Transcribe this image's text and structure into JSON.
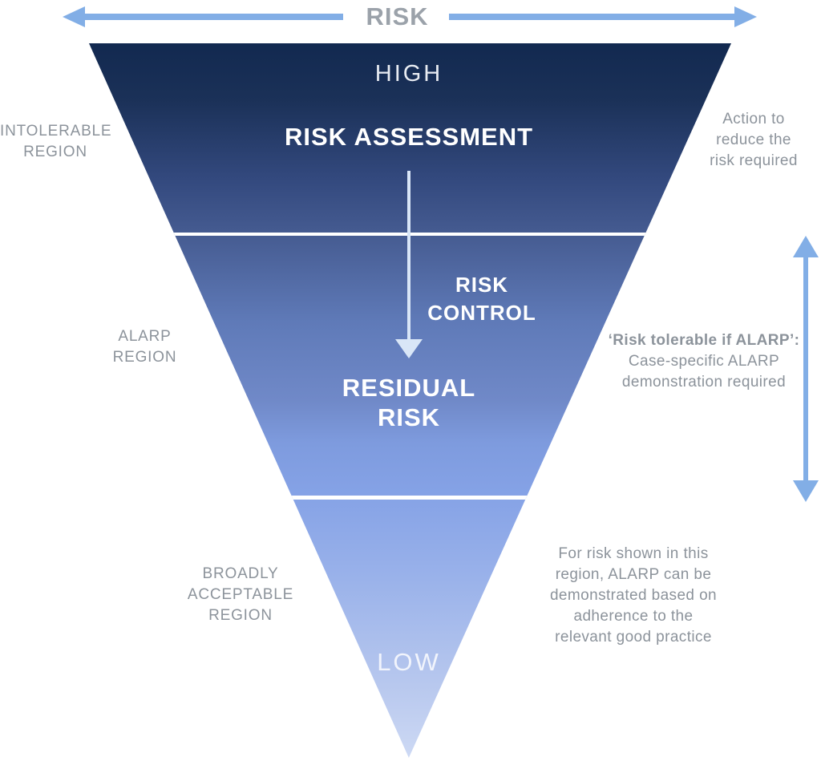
{
  "axis": {
    "label": "RISK"
  },
  "funnel": {
    "high": "HIGH",
    "low": "LOW",
    "risk_assessment": "RISK ASSESSMENT",
    "risk_control": {
      "line1": "RISK",
      "line2": "CONTROL"
    },
    "residual_risk": {
      "line1": "RESIDUAL",
      "line2": "RISK"
    }
  },
  "left_labels": {
    "intolerable": "INTOLERABLE REGION",
    "alarp": "ALARP REGION",
    "broadly_acceptable": "BROADLY ACCEPTABLE REGION"
  },
  "right_labels": {
    "action": "Action to reduce the risk required",
    "tolerable_title": "‘Risk tolerable if ALARP’:",
    "tolerable_body": "Case-specific ALARP demonstration required",
    "broadly_note": "For risk shown in this region, ALARP can be demonstrated based on adherence to the relevant good practice"
  },
  "colors": {
    "navy_top": "#122950",
    "funnel_tip": "#cdd9f4",
    "arrow_blue": "#82aee6",
    "label_gray": "#8c939b",
    "divider_white": "#ffffff"
  }
}
